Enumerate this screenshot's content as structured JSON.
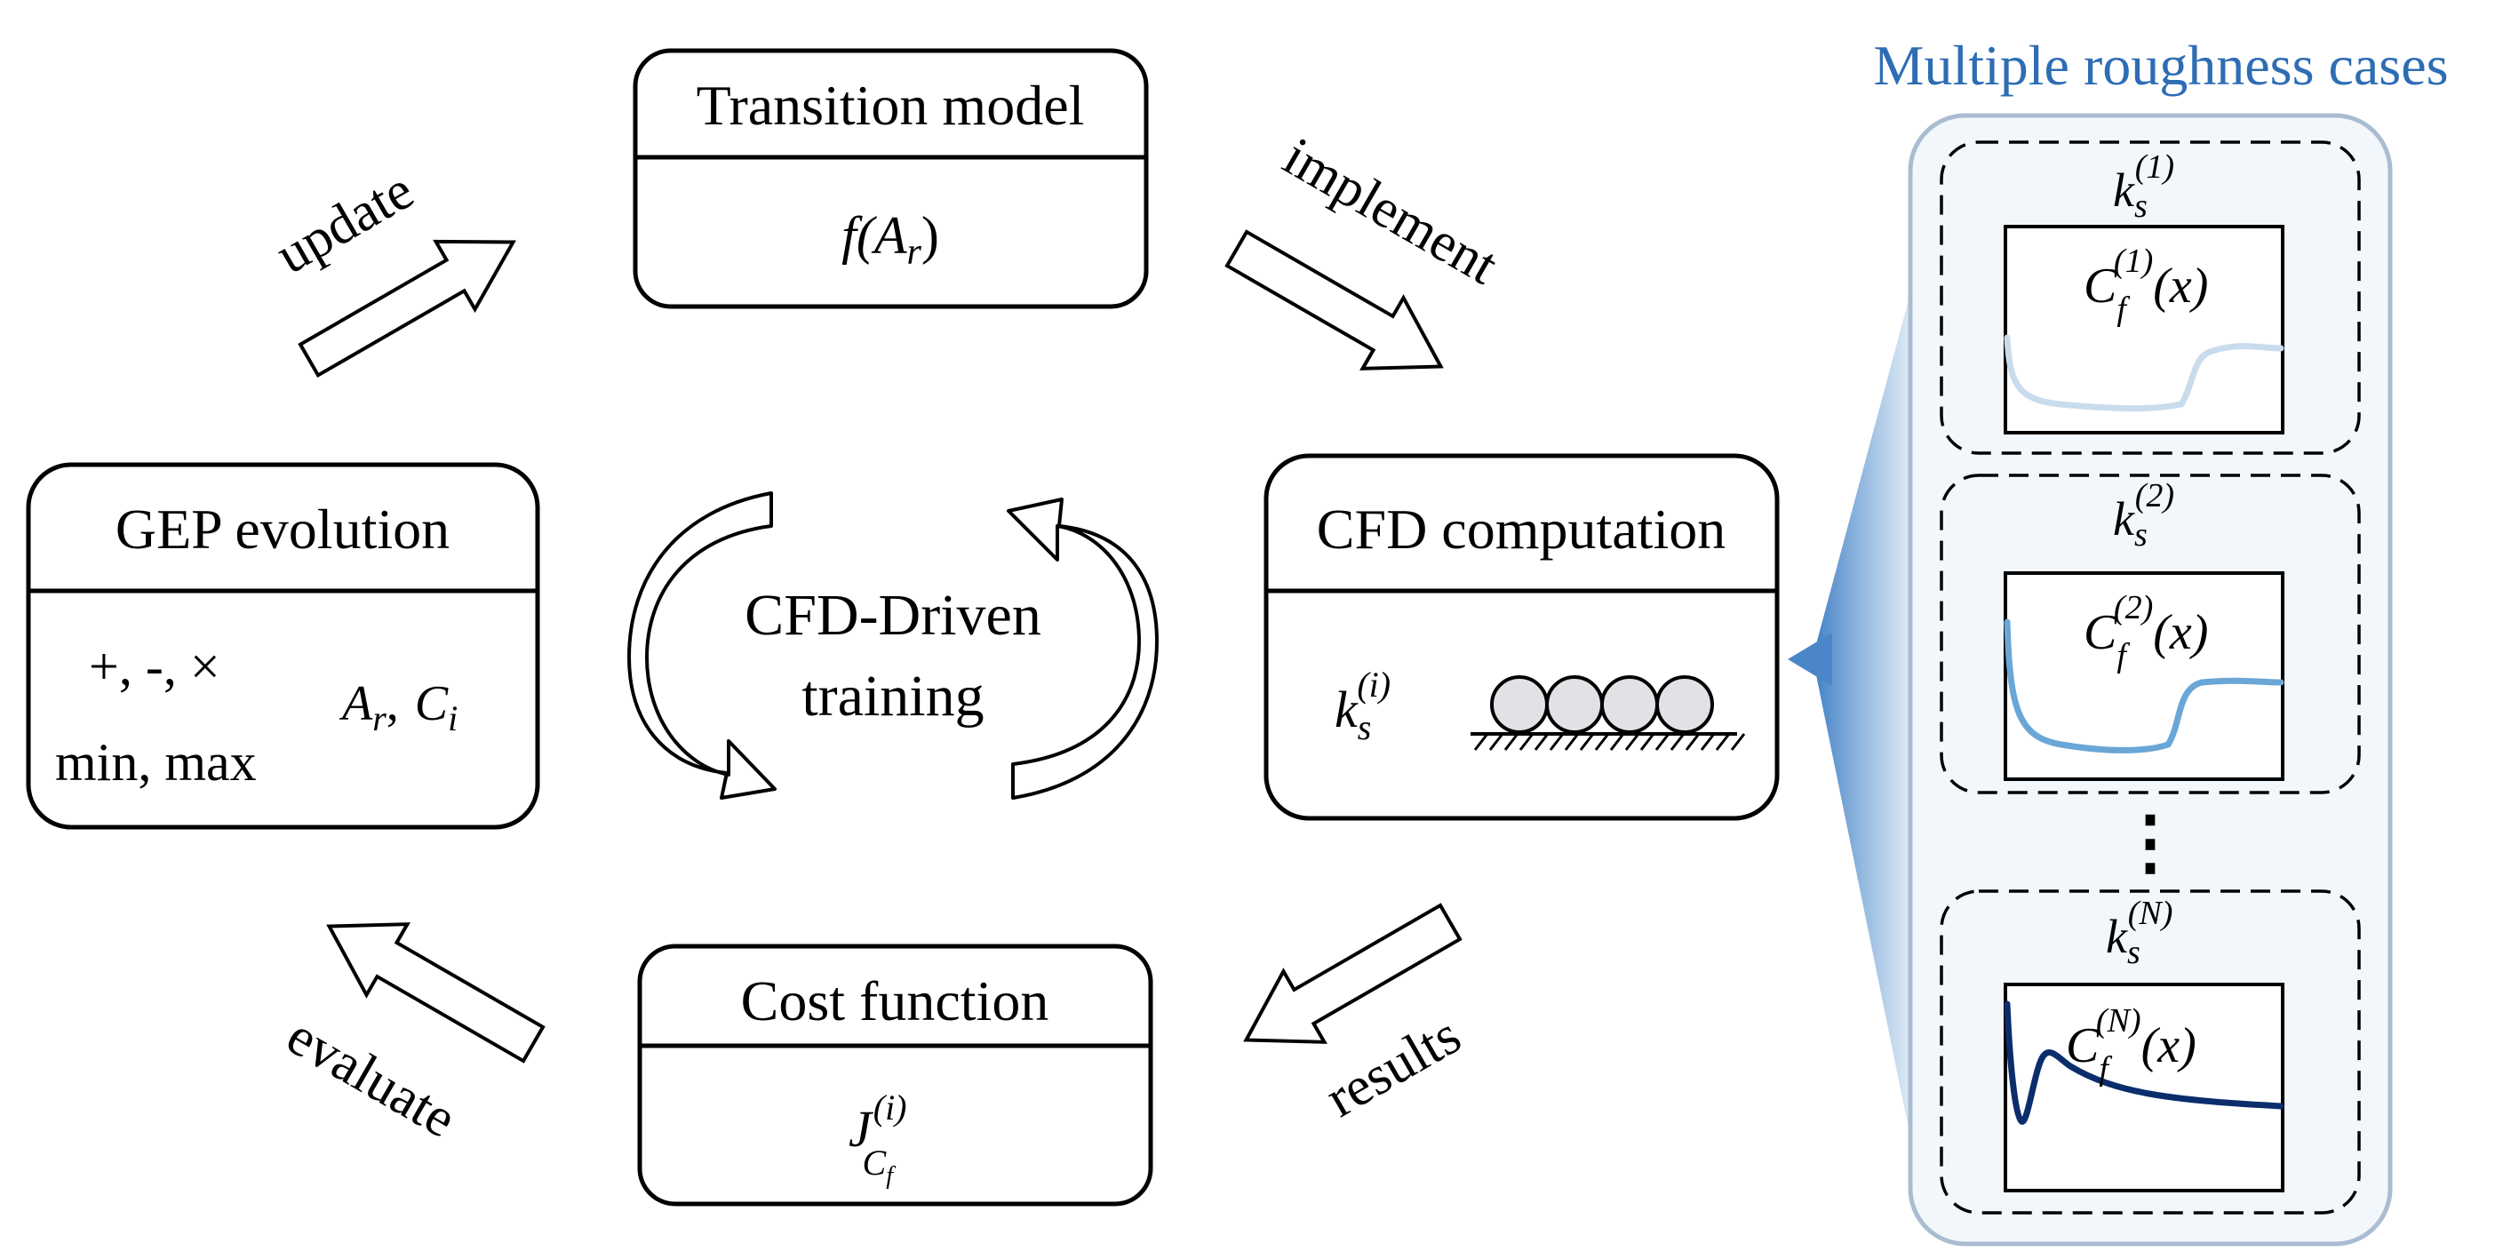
{
  "transition_model": {
    "title": "Transition model",
    "formula": "f(A",
    "formula_sub": "r",
    "formula_end": ")"
  },
  "gep_evolution": {
    "title": "GEP evolution",
    "operators": "+, -, ×",
    "functions": "min, max",
    "var1": "A",
    "var1_sub": "r",
    "sep": ",",
    "var2": "C",
    "var2_sub": "i"
  },
  "cfd_computation": {
    "title": "CFD computation",
    "k_base": "k",
    "k_sub": "s",
    "k_sup": "(i)"
  },
  "cost_function": {
    "title": "Cost function",
    "j_base": "J",
    "j_sup": "(i)",
    "j_sub_base": "C",
    "j_sub_sub": "f"
  },
  "center": {
    "line1": "CFD-Driven",
    "line2": "training"
  },
  "arrows": {
    "update": "update",
    "implement": "implement",
    "results": "results",
    "evaluate": "evaluate"
  },
  "cases_panel": {
    "title": "Multiple roughness cases",
    "title_color": "#2e6db4",
    "ellipsis": "⋮",
    "cases": [
      {
        "k_base": "k",
        "k_sub": "s",
        "k_sup": "(1)",
        "cf_base": "C",
        "cf_sub": "f",
        "cf_sup": "(1)",
        "cf_arg": "(x)",
        "line_color": "#c9dcee"
      },
      {
        "k_base": "k",
        "k_sub": "s",
        "k_sup": "(2)",
        "cf_base": "C",
        "cf_sub": "f",
        "cf_sup": "(2)",
        "cf_arg": "(x)",
        "line_color": "#6aa6d6"
      },
      {
        "k_base": "k",
        "k_sub": "s",
        "k_sup": "(N)",
        "cf_base": "C",
        "cf_sub": "f",
        "cf_sup": "(N)",
        "cf_arg": "(x)",
        "line_color": "#0b2d6b"
      }
    ]
  },
  "colors": {
    "panel_fill": "#f2f7fc",
    "panel_stroke": "#aabcd0",
    "connector": "#4a86c8"
  }
}
